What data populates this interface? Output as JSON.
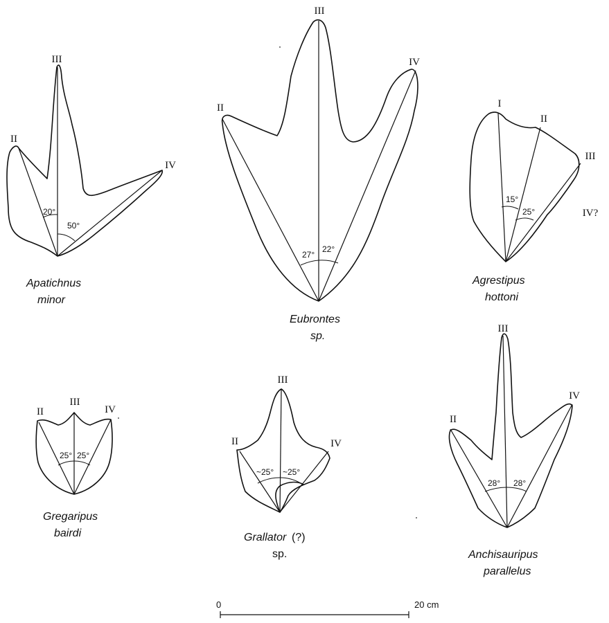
{
  "footprints": {
    "apatichnus": {
      "digits": [
        "II",
        "III",
        "IV"
      ],
      "angles": [
        "20°",
        "50°"
      ],
      "name": [
        "Apatichnus",
        "minor"
      ]
    },
    "eubrontes": {
      "digits": [
        "II",
        "III",
        "IV"
      ],
      "angles": [
        "27°",
        "22°"
      ],
      "name": [
        "Eubrontes",
        "sp."
      ]
    },
    "agrestipus": {
      "digits": [
        "I",
        "II",
        "III",
        "IV?"
      ],
      "angles": [
        "15°",
        "25°"
      ],
      "name": [
        "Agrestipus",
        "hottoni"
      ]
    },
    "gregaripus": {
      "digits": [
        "II",
        "III",
        "IV"
      ],
      "angles": [
        "25°",
        "25°"
      ],
      "name": [
        "Gregaripus",
        "bairdi"
      ]
    },
    "grallator": {
      "digits": [
        "II",
        "III",
        "IV"
      ],
      "angles": [
        "~25°",
        "~25°"
      ],
      "name": [
        "Grallator",
        "(?)",
        "sp."
      ]
    },
    "anchisauripus": {
      "digits": [
        "II",
        "III",
        "IV"
      ],
      "angles": [
        "28°",
        "28°"
      ],
      "name": [
        "Anchisauripus",
        "parallelus"
      ]
    }
  },
  "scale_bar": {
    "start": "0",
    "end": "20 cm"
  }
}
